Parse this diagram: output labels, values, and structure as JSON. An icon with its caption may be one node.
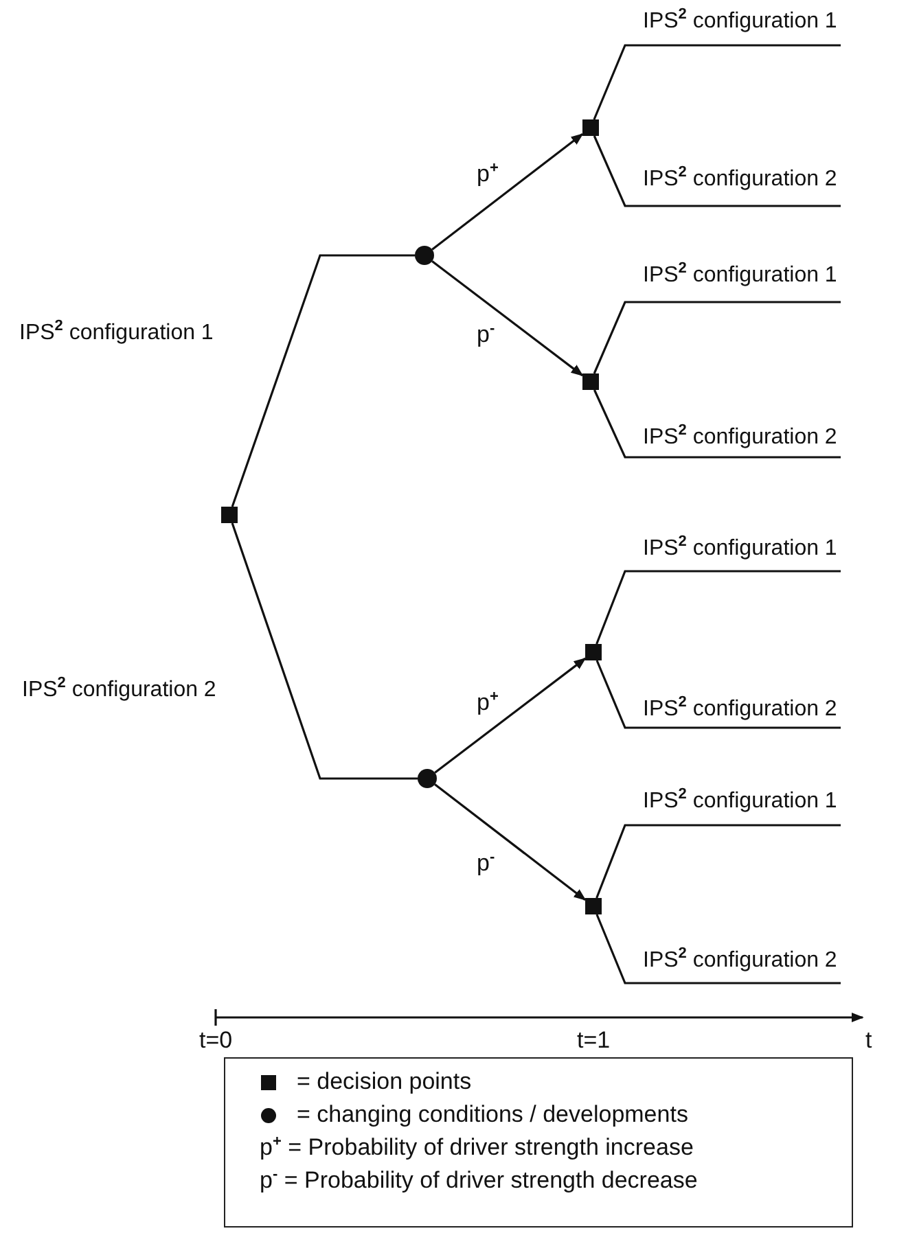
{
  "diagram": {
    "nodes": [
      {
        "text": [],
        "shape": "box"
      },
      {
        "text": [],
        "shape": "circle"
      },
      {
        "text": [],
        "shape": "circle"
      },
      {
        "text": [],
        "shape": "box"
      },
      {
        "text": [],
        "shape": "box"
      },
      {
        "text": [],
        "shape": "box"
      },
      {
        "text": [],
        "shape": "box"
      }
    ],
    "edges": [
      {
        "from": 0,
        "to": 1,
        "arrow": "none",
        "label": "IPS$^{2}$ configuration 1"
      },
      {
        "from": 0,
        "to": 2,
        "arrow": "none",
        "label": "IPS$^{2}$ configuration 2"
      },
      {
        "from": 1,
        "to": 3,
        "arrow": "to",
        "label": "p$^{+}$"
      },
      {
        "from": 1,
        "to": 4,
        "arrow": "to",
        "label": "p$^{-}$"
      },
      {
        "from": 2,
        "to": 5,
        "arrow": "to",
        "label": "p$^{+}$"
      },
      {
        "from": 2,
        "to": 6,
        "arrow": "to",
        "label": "p$^{-}$"
      },
      {
        "from": 3,
        "to": null,
        "arrow": "none",
        "label": "IPS$^{2}$ configuration 1"
      },
      {
        "from": 3,
        "to": null,
        "arrow": "none",
        "label": "IPS$^{2}$ configuration 2"
      },
      {
        "from": 4,
        "to": null,
        "arrow": "none",
        "label": "IPS$^{2}$ configuration 1"
      },
      {
        "from": 4,
        "to": null,
        "arrow": "none",
        "label": "IPS$^{2}$ configuration 2"
      },
      {
        "from": 5,
        "to": null,
        "arrow": "none",
        "label": "IPS$^{2}$ configuration 1"
      },
      {
        "from": 5,
        "to": null,
        "arrow": "none",
        "label": "IPS$^{2}$ configuration 2"
      },
      {
        "from": 6,
        "to": null,
        "arrow": "none",
        "label": "IPS$^{2}$ configuration 1"
      },
      {
        "from": 6,
        "to": null,
        "arrow": "none",
        "label": "IPS$^{2}$ configuration 2"
      }
    ],
    "labels": [
      "t=0",
      "t=1",
      "t"
    ],
    "legend": [
      {
        "text": "= decision points"
      },
      {
        "text": "= changing conditions / developments"
      },
      {
        "text": "p$^{+}$ = Probability of driver strength increase"
      },
      {
        "text": "p$^{-}$ = Probability of driver strength decrease"
      }
    ]
  }
}
